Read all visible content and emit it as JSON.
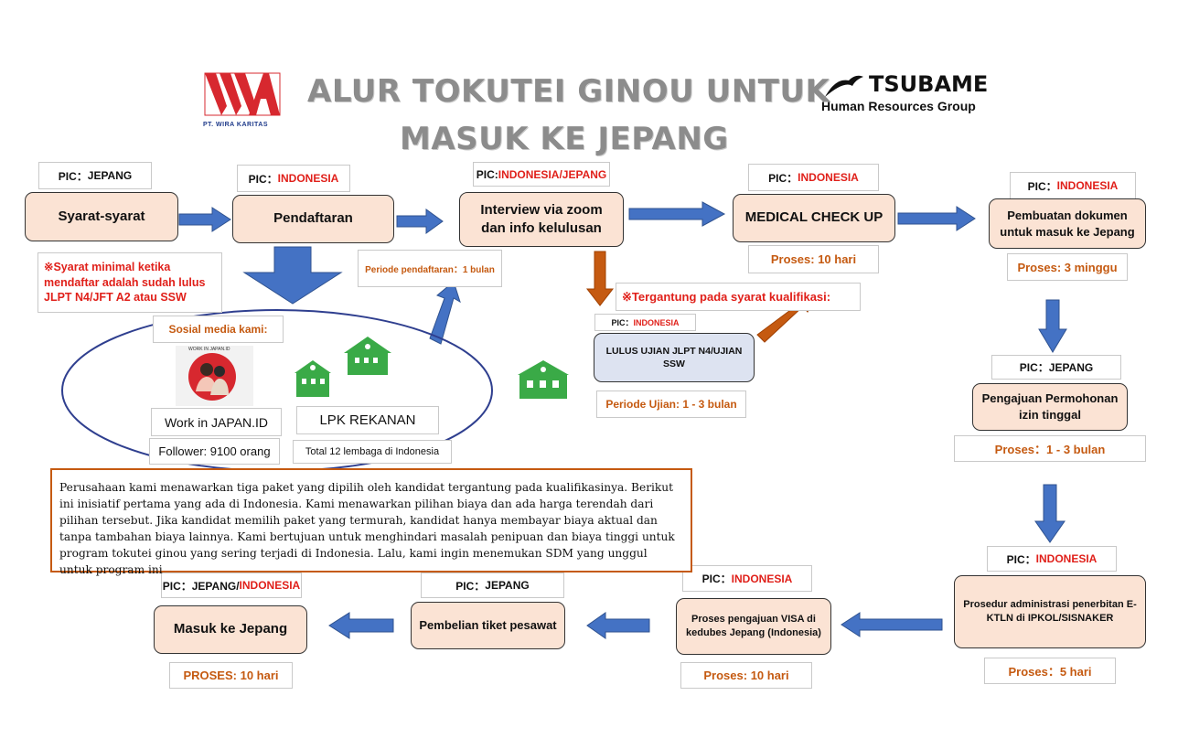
{
  "title": {
    "line1": "ALUR TOKUTEI GINOU UNTUK",
    "line2": "MASUK KE JEPANG"
  },
  "logos": {
    "wira": {
      "caption": "PT. WIRA KARITAS"
    },
    "tsubame": {
      "name": "TSUBAME",
      "subtitle": "Human Resources Group",
      "icon": "swallow-bird-icon"
    }
  },
  "steps": {
    "syarat": {
      "pic_label": "PIC：",
      "pic_value": "JEPANG",
      "label": "Syarat-syarat"
    },
    "pendaftaran": {
      "pic_label": "PIC：",
      "pic_value": "INDONESIA",
      "label": "Pendaftaran"
    },
    "interview": {
      "pic_label": "PIC: ",
      "pic_value": "INDONESIA/JEPANG",
      "label_line1": "Interview via zoom",
      "label_line2": "dan info kelulusan"
    },
    "medical": {
      "pic_label": "PIC：",
      "pic_value": "INDONESIA",
      "label": "MEDICAL CHECK UP",
      "process": "Proses: 10 hari"
    },
    "dokumen": {
      "pic_label": "PIC：",
      "pic_value": "INDONESIA",
      "label_line1": "Pembuatan dokumen",
      "label_line2": "untuk masuk ke Jepang",
      "process": "Proses: 3 minggu"
    },
    "izin": {
      "pic_label": "PIC：",
      "pic_value": "JEPANG",
      "label_line1": "Pengajuan Permohonan",
      "label_line2": "izin tinggal",
      "process": "Proses：1 - 3 bulan"
    },
    "ektln": {
      "pic_label": "PIC：",
      "pic_value": "INDONESIA",
      "label_line1": "Prosedur administrasi penerbitan E-",
      "label_line2": "KTLN di IPKOL/SISNAKER",
      "process": "Proses：5 hari"
    },
    "visa": {
      "pic_label": "PIC：",
      "pic_value": "INDONESIA",
      "label_line1": "Proses pengajuan VISA di",
      "label_line2": "kedubes Jepang (Indonesia)",
      "process": "Proses: 10 hari"
    },
    "tiket": {
      "pic_label": "PIC：",
      "pic_value": "JEPANG",
      "label": "Pembelian tiket pesawat"
    },
    "masuk": {
      "pic_label": "PIC：JEPANG/",
      "pic_value": "INDONESIA",
      "label": "Masuk ke Jepang",
      "process": "PROSES: 10 hari"
    },
    "jlpt": {
      "pic_label": "PIC：",
      "pic_value": "INDONESIA",
      "label_line1": "LULUS UJIAN JLPT N4/UJIAN",
      "label_line2": "SSW",
      "process": "Periode Ujian: 1 - 3 bulan"
    }
  },
  "notes": {
    "syarat_min": {
      "line1": "※Syarat minimal ketika",
      "line2": "mendaftar adalah sudah lulus",
      "line3": "JLPT N4/JFT A2 atau SSW"
    },
    "periode_daftar": "Periode pendaftaran：1 bulan",
    "tergantung": "※Tergantung pada syarat kualifikasi:"
  },
  "social": {
    "label": "Sosial media kami:",
    "channel": "Work in JAPAN.ID",
    "followers": "Follower: 9100 orang",
    "avatar_caption": "WORK IN JAPAN.ID",
    "lpk": "LPK REKANAN",
    "lpk_count": "Total 12 lembaga di Indonesia"
  },
  "description": "Perusahaan kami menawarkan tiga paket yang dipilih oleh kandidat tergantung pada kualifikasinya. Berikut ini inisiatif pertama yang ada di Indonesia. Kami menawarkan pilihan biaya dan ada harga terendah dari pilihan tersebut. Jika kandidat memilih paket yang termurah, kandidat hanya membayar biaya aktual dan tanpa tambahan biaya lainnya. Kami bertujuan untuk menghindari masalah penipuan dan biaya tinggi untuk program tokutei ginou yang sering terjadi di Indonesia. Lalu, kami ingin menemukan SDM yang unggul untuk program ini",
  "colors": {
    "step_fill": "#fbe3d4",
    "step_blue_fill": "#dde3f1",
    "arrow_blue": "#4472c4",
    "arrow_orange": "#c55a11",
    "accent_red": "#e0201a",
    "school_green": "#3aaa47",
    "title_gray": "#8c8c8c"
  }
}
